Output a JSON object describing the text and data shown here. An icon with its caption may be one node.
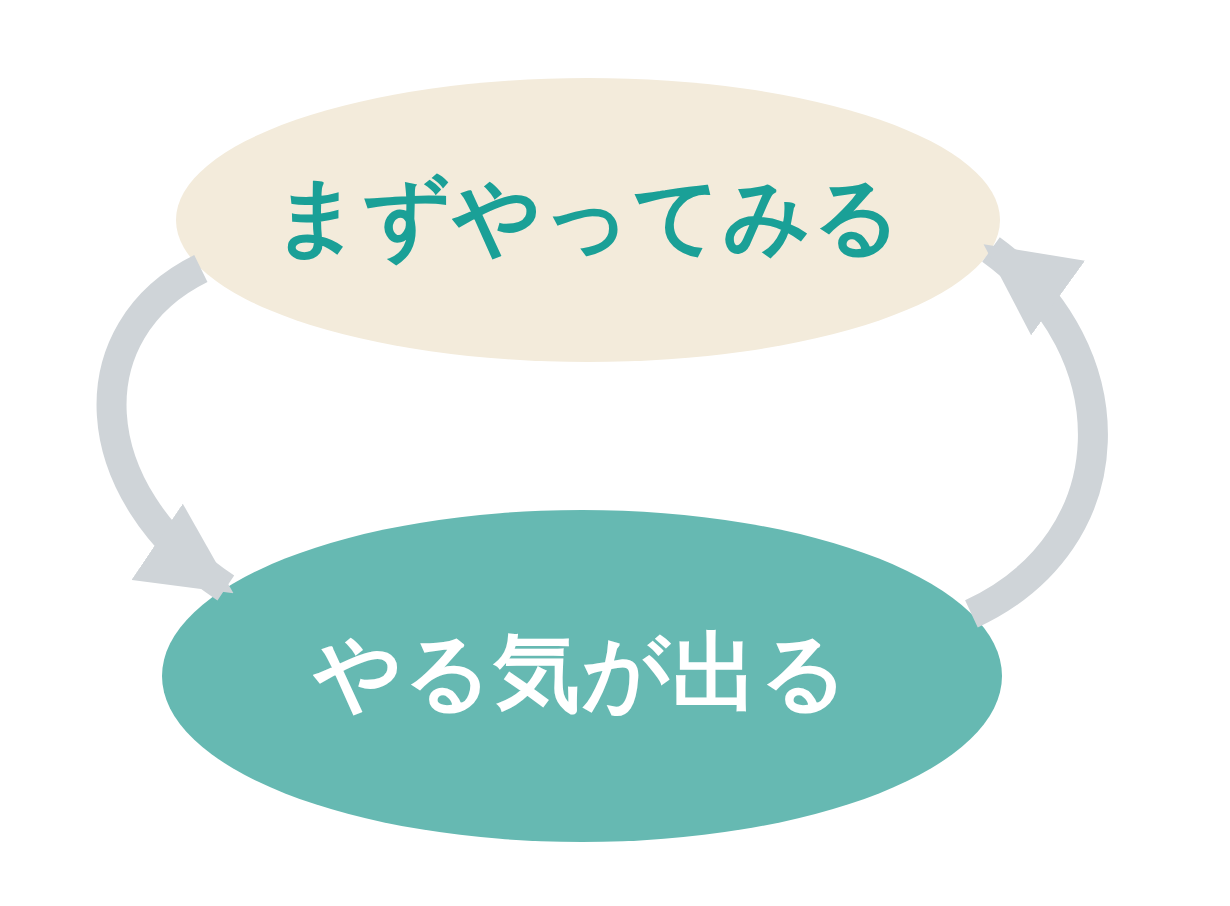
{
  "diagram": {
    "nodes": [
      {
        "text": [
          "まずやってみる"
        ]
      },
      {
        "text": [
          "やる気が出る"
        ]
      }
    ],
    "edges": [
      {
        "from": 0,
        "to": 1,
        "arrow": "to"
      },
      {
        "from": 1,
        "to": 0,
        "arrow": "to"
      }
    ]
  }
}
